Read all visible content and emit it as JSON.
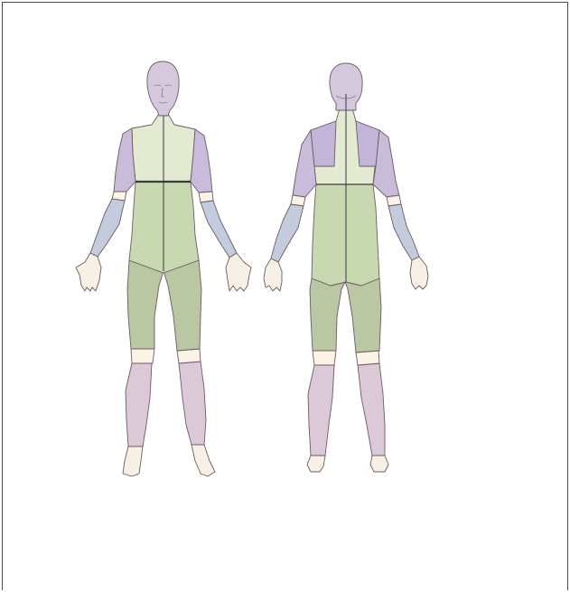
{
  "diagram": {
    "figures": [
      {
        "id": "front",
        "view": "front"
      },
      {
        "id": "back",
        "view": "back"
      }
    ],
    "colors": {
      "skin": "#f7f0e4",
      "head_lilac": "#d4c8dc",
      "chest_pale_green": "#e2ead2",
      "abdomen_green": "#c8d9b2",
      "thigh_green": "#b9c7a3",
      "upper_arm_lavender": "#c9bcdb",
      "forearm_blue": "#c2ccdc",
      "shoulder_blade_purple": "#c3b5d8",
      "lower_leg_pink": "#dcc9d8",
      "wrist_knee_band": "#fbf4e6",
      "outline": "#6e5a64",
      "waist_line": "#3a3a3a"
    }
  }
}
